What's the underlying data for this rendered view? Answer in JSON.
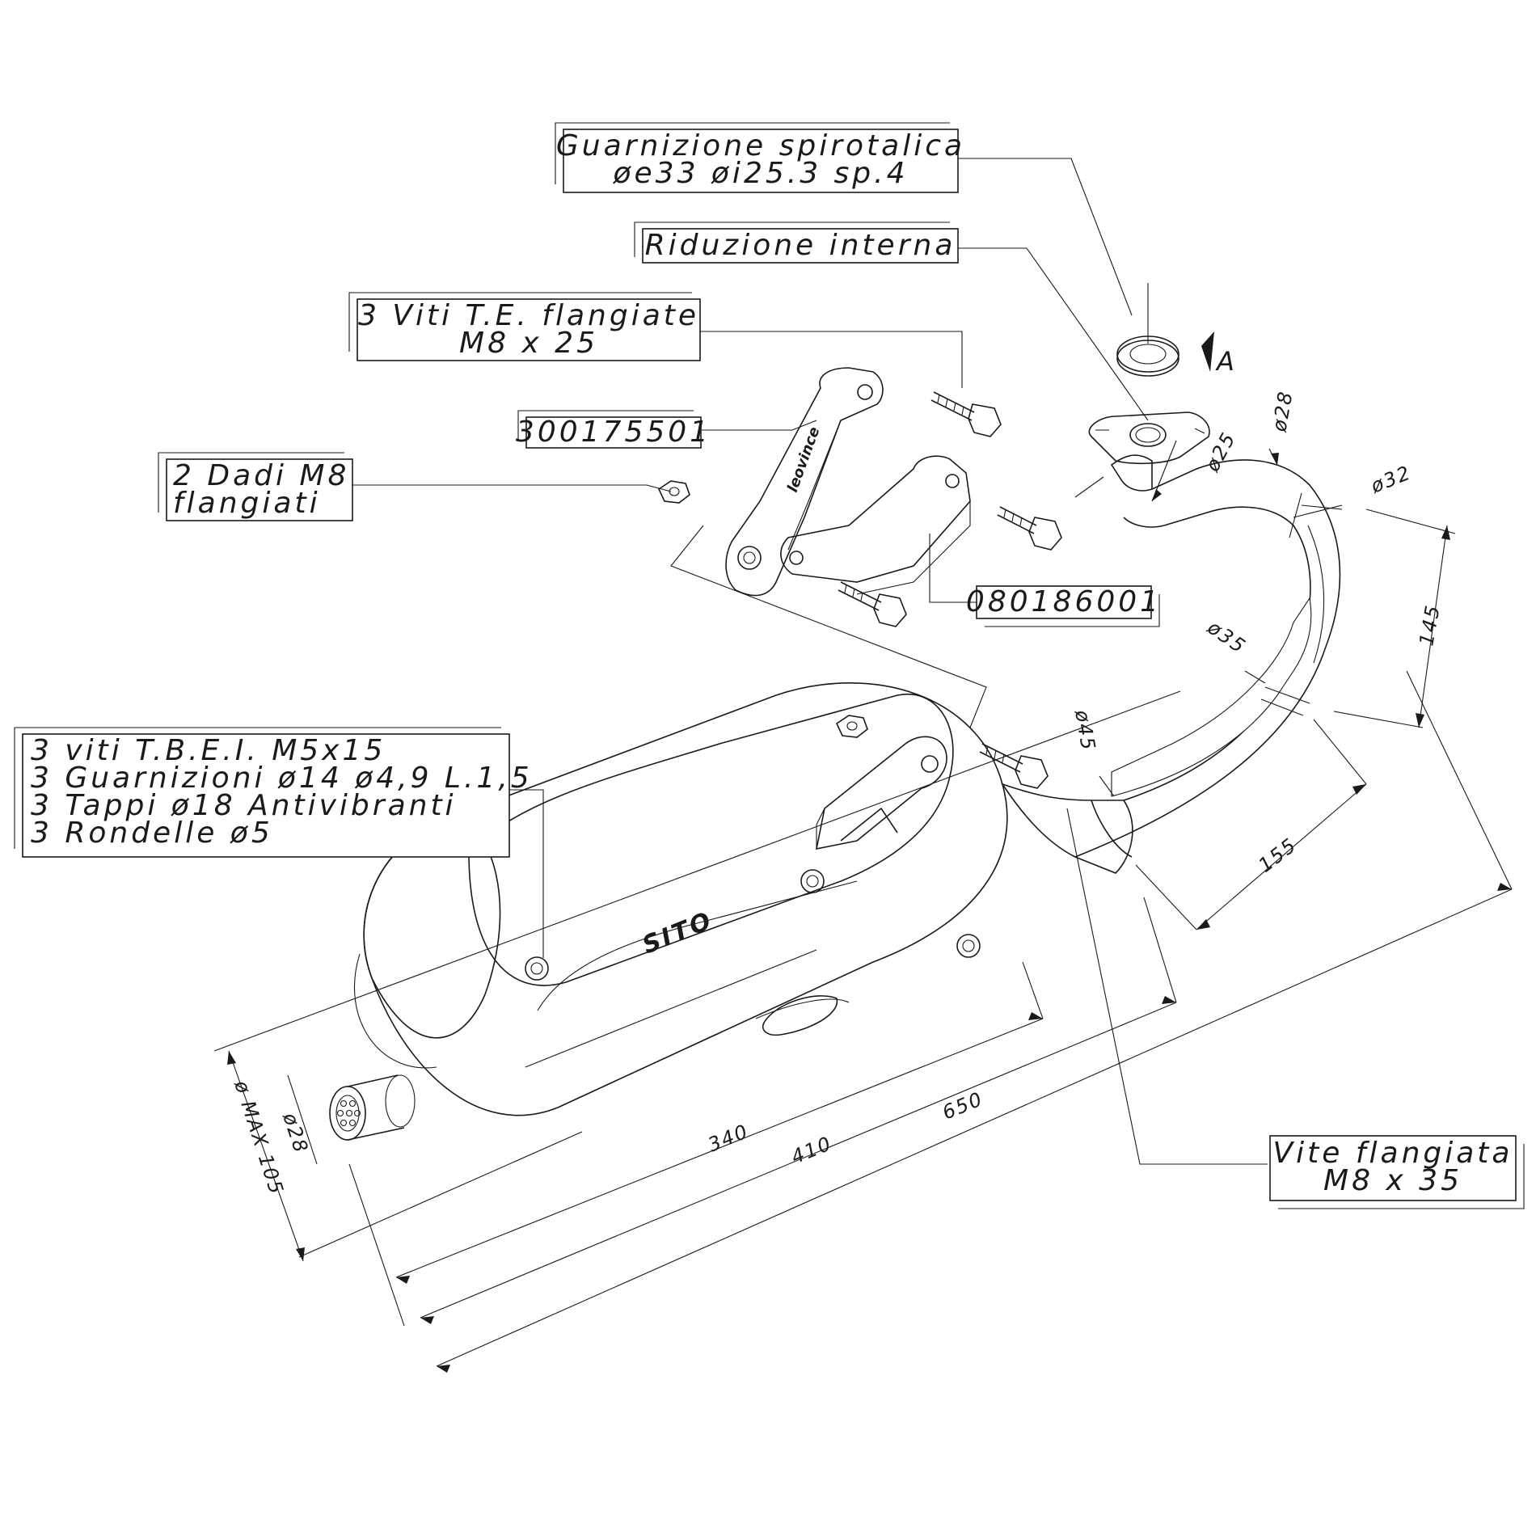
{
  "labels": {
    "gasket_line1": "Guarnizione spirotalica",
    "gasket_line2": "øe33 øi25.3 sp.4",
    "reducer": "Riduzione interna",
    "screws_line1": "3 Viti T.E. flangiate",
    "screws_line2": "M8 x 25",
    "bracket_code": "300175501",
    "nuts_line1": "2 Dadi M8",
    "nuts_line2": "flangiati",
    "bracket2_code": "080186001",
    "kit_line1": "3 viti T.B.E.I. M5x15",
    "kit_line2": "3 Guarnizioni ø14 ø4,9 L.1,5",
    "kit_line3": "3 Tappi ø18 Antivibranti",
    "kit_line4": "3 Rondelle ø5",
    "flange_screw_line1": "Vite flangiata",
    "flange_screw_line2": "M8 x 35",
    "view_marker": "A",
    "brand_logo": "SITO",
    "bracket_logo": "leovince"
  },
  "dimensions": {
    "d28_top": "ø28",
    "d25": "ø25",
    "d32": "ø32",
    "len_145": "145",
    "d35": "ø35",
    "d45": "ø45",
    "len_155": "155",
    "len_340": "340",
    "len_410": "410",
    "len_650": "650",
    "d28_outlet": "ø28",
    "dmax": "ø MAX 105"
  }
}
